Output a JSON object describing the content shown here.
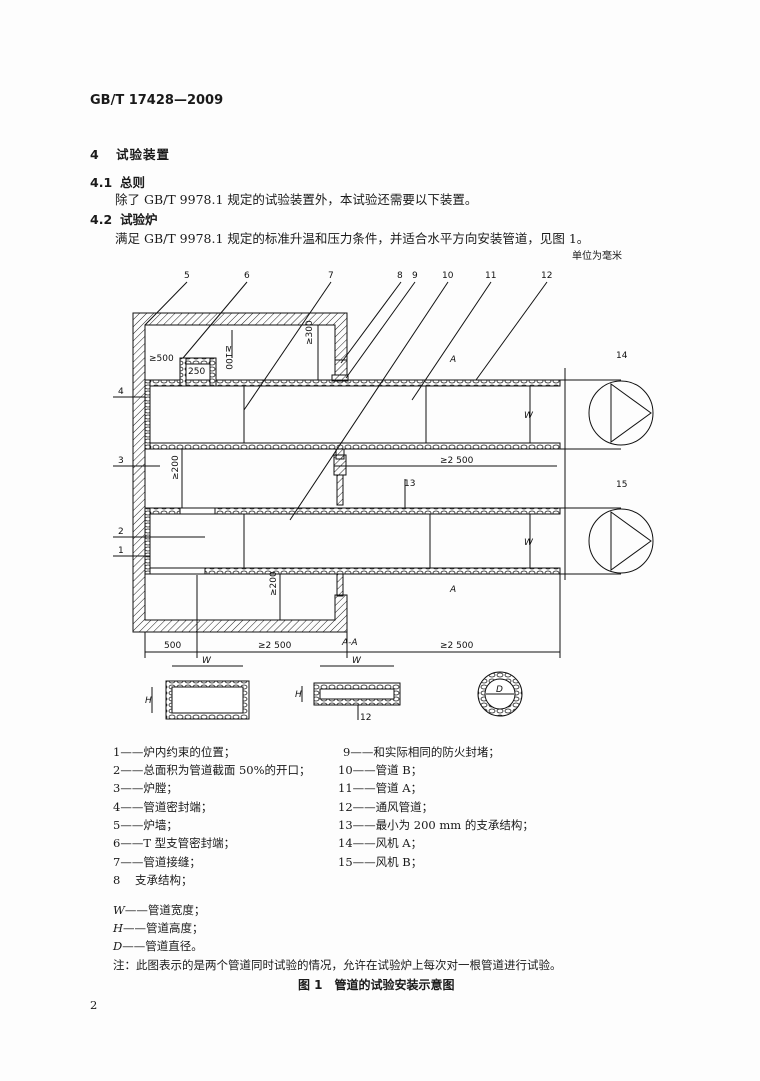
{
  "header": "GB/T 17428—2009",
  "section4": {
    "num": "4",
    "title": "试验装置"
  },
  "s41": {
    "num": "4.1",
    "title": "总则",
    "text": "除了 GB/T 9978.1 规定的试验装置外，本试验还需要以下装置。"
  },
  "s42": {
    "num": "4.2",
    "title": "试验炉",
    "text": "满足 GB/T 9978.1 规定的标准升温和压力条件，并适合水平方向安装管道，见图 1。"
  },
  "unit_note": "单位为毫米",
  "figure": {
    "callouts": [
      "1",
      "2",
      "3",
      "4",
      "5",
      "6",
      "7",
      "8",
      "9",
      "10",
      "11",
      "12",
      "13",
      "14",
      "15"
    ],
    "dims": {
      "d500a": "≥500",
      "d250": "250",
      "d100": "≥100",
      "d300": "≥300",
      "d200a": "≥200",
      "d2500a": "≥2 500",
      "d13": "13",
      "d200b": "≥200",
      "d500": "500",
      "d2500b": "≥2 500",
      "d2500c": "≥2 500",
      "W": "W",
      "H": "H",
      "D": "D",
      "A": "A",
      "section": "A-A",
      "c12": "12"
    }
  },
  "legend_left": [
    "1——炉内约束的位置；",
    "2——总面积为管道截面 50%的开口；",
    "3——炉膛；",
    "4——管道密封端；",
    "5——炉墙；",
    "6——T 型支管密封端；",
    "7——管道接缝；",
    "8    支承结构；"
  ],
  "legend_right": [
    "9——和实际相同的防火封堵；",
    "10——管道 B；",
    "11——管道 A；",
    "12——通风管道；",
    "13——最小为 200 mm 的支承结构；",
    "14——风机 A；",
    "15——风机 B；"
  ],
  "symbols": [
    {
      "sym": "W",
      "desc": "——管道宽度；"
    },
    {
      "sym": "H",
      "desc": "——管道高度；"
    },
    {
      "sym": "D",
      "desc": "——管道直径。"
    }
  ],
  "note": "注：此图表示的是两个管道同时试验的情况，允许在试验炉上每次对一根管道进行试验。",
  "caption": "图 1　管道的试验安装示意图",
  "page_number": "2"
}
